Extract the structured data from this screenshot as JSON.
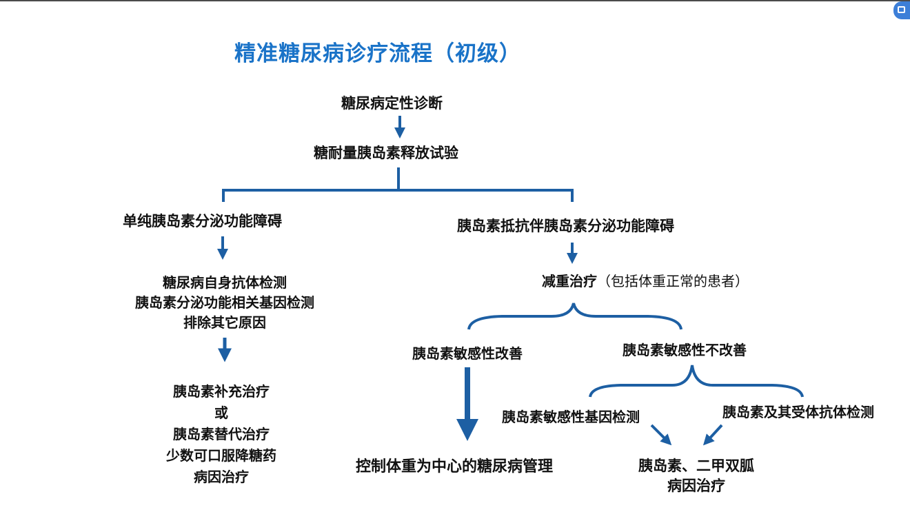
{
  "title": "精准糖尿病诊疗流程（初级）",
  "colors": {
    "title": "#1a73c8",
    "connector": "#1d5fa3",
    "text": "#111111"
  },
  "nodes": {
    "qualitative_diagnosis": "糖尿病定性诊断",
    "ogtt": "糖耐量胰岛素释放试验",
    "left_branch": "单纯胰岛素分泌功能障碍",
    "right_branch": "胰岛素抵抗伴胰岛素分泌功能障碍",
    "left_tests": [
      "糖尿病自身抗体检测",
      "胰岛素分泌功能相关基因检测",
      "排除其它原因"
    ],
    "left_treatment": [
      "胰岛素补充治疗",
      "或",
      "胰岛素替代治疗",
      "少数可口服降糖药",
      "病因治疗"
    ],
    "weight_loss": "减重治疗",
    "weight_loss_note": "（包括体重正常的患者）",
    "sensitivity_improved": "胰岛素敏感性改善",
    "sensitivity_not_improved": "胰岛素敏感性不改善",
    "weight_management": "控制体重为中心的糖尿病管理",
    "gene_test": "胰岛素敏感性基因检测",
    "antibody_test": "胰岛素及其受体抗体检测",
    "final_treatment": [
      "胰岛素、二甲双胍",
      "病因治疗"
    ]
  },
  "icons": {
    "corner": "window-icon"
  }
}
